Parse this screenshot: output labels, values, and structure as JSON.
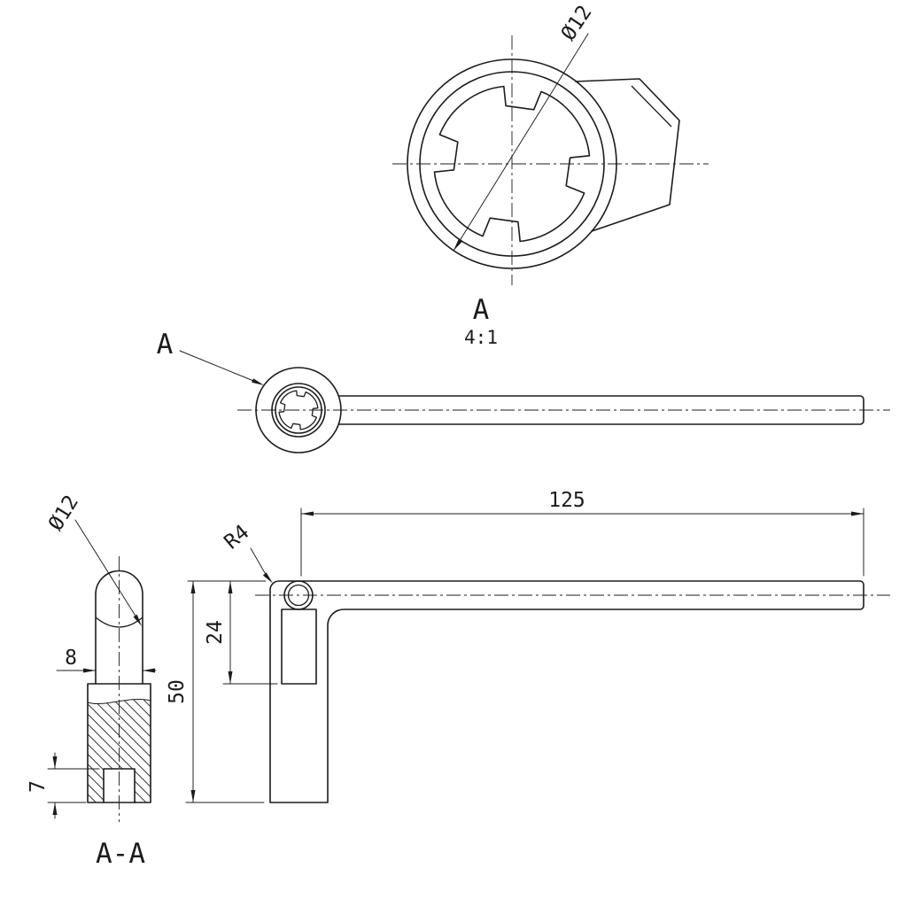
{
  "drawing": {
    "background": "#ffffff",
    "line_color": "#1c1c1c",
    "detail_view": {
      "label": "A",
      "scale": "4:1",
      "dim_bore_diameter": "Ø12"
    },
    "plan_view": {
      "detail_callout": "A"
    },
    "front_view": {
      "dim_handle_length": "125",
      "dim_corner_radius": "R4",
      "dim_boss_height": "24",
      "dim_total_height": "50"
    },
    "section_view": {
      "label": "A-A",
      "dim_shaft_diameter": "Ø12",
      "dim_flat_width": "8",
      "dim_socket_depth": "7"
    }
  }
}
